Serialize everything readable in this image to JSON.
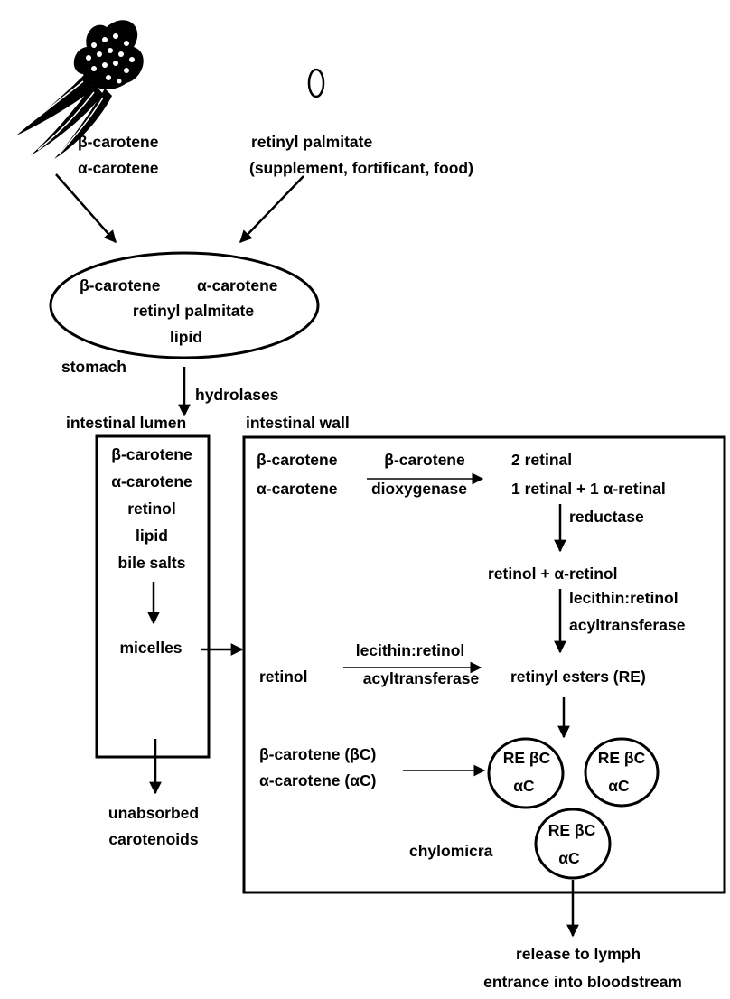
{
  "source_labels": {
    "plant_line1": "β-carotene",
    "plant_line2": "α-carotene",
    "supplement_line1": "retinyl palmitate",
    "supplement_line2": "(supplement, fortificant, food)"
  },
  "stomach": {
    "line1_a": "β-carotene",
    "line1_b": "α-carotene",
    "line2": "retinyl palmitate",
    "line3": "lipid",
    "label": "stomach",
    "enzyme": "hydrolases"
  },
  "lumen": {
    "title": "intestinal lumen",
    "items": [
      "β-carotene",
      "α-carotene",
      "retinol",
      "lipid",
      "bile salts"
    ],
    "micelles": "micelles",
    "unabsorbed_line1": "unabsorbed",
    "unabsorbed_line2": "carotenoids"
  },
  "wall": {
    "title": "intestinal wall",
    "substrate1": "β-carotene",
    "substrate2": "α-carotene",
    "enzyme1_line1": "β-carotene",
    "enzyme1_line2": "dioxygenase",
    "product1": "2 retinal",
    "product2": "1 retinal + 1 α-retinal",
    "reductase": "reductase",
    "retinol_product": "retinol + α-retinol",
    "lrat_v_line1": "lecithin:retinol",
    "lrat_v_line2": "acyltransferase",
    "retinol": "retinol",
    "lrat_h_line1": "lecithin:retinol",
    "lrat_h_line2": "acyltransferase",
    "retinyl_esters": "retinyl esters (RE)",
    "bc_label": "β-carotene (βC)",
    "ac_label": "α-carotene (αC)",
    "chylomicron_line1": "RE βC",
    "chylomicron_line2": "αC",
    "chylomicra": "chylomicra"
  },
  "output": {
    "line1": "release to lymph",
    "line2": "entrance into bloodstream"
  }
}
